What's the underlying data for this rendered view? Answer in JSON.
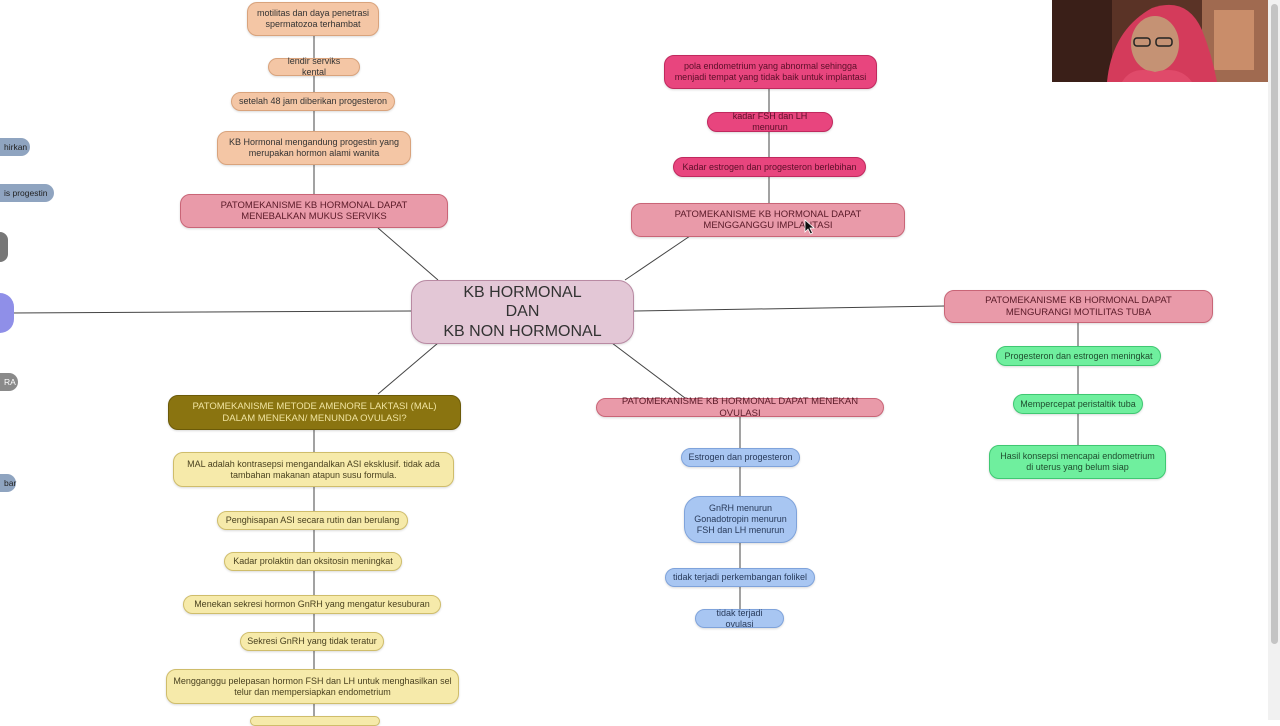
{
  "center": {
    "line1": "KB HORMONAL",
    "line2": "DAN",
    "line3": "KB NON HORMONAL"
  },
  "serviks": {
    "title": "PATOMEKANISME KB HORMONAL DAPAT MENEBALKAN MUKUS SERVIKS",
    "items": [
      "KB Hormonal mengandung progestin yang merupakan hormon alami wanita",
      "setelah 48 jam diberikan progesteron",
      "lendir serviks kental",
      "motilitas dan daya penetrasi spermatozoa terhambat"
    ]
  },
  "implantasi": {
    "title": "PATOMEKANISME KB HORMONAL DAPAT MENGGANGGU IMPLANTASI",
    "items": [
      "Kadar estrogen dan progesteron berlebihan",
      "kadar FSH dan LH menurun",
      "pola endometrium yang abnormal sehingga menjadi tempat yang tidak baik untuk implantasi"
    ]
  },
  "tuba": {
    "title": "PATOMEKANISME KB HORMONAL DAPAT MENGURANGI MOTILITAS TUBA",
    "items": [
      "Progesteron dan estrogen meningkat",
      "Mempercepat peristaltik tuba",
      "Hasil konsepsi mencapai endometrium di uterus yang belum siap"
    ]
  },
  "ovulasi": {
    "title": "PATOMEKANISME KB HORMONAL DAPAT MENEKAN OVULASI",
    "items": [
      "Estrogen dan progesteron",
      "GnRH menurun Gonadotropin menurun FSH dan LH menurun",
      "tidak terjadi perkembangan folikel",
      "tidak terjadi ovulasi"
    ]
  },
  "mal": {
    "title": "PATOMEKANISME METODE AMENORE LAKTASI (MAL) DALAM MENEKAN/ MENUNDA OVULASI?",
    "items": [
      "MAL adalah kontrasepsi mengandalkan ASI eksklusif. tidak ada tambahan makanan atapun susu formula.",
      "Penghisapan ASI secara rutin dan berulang",
      "Kadar prolaktin dan oksitosin meningkat",
      "Menekan sekresi hormon GnRH yang mengatur kesuburan",
      "Sekresi GnRH yang tidak teratur",
      "Mengganggu pelepasan hormon FSH dan LH untuk menghasilkan sel telur dan mempersiapkan endometrium"
    ]
  },
  "left_stubs": [
    "hirkan",
    "is progestin",
    "RA",
    "bar"
  ],
  "colors": {
    "peach": "#f4c6a5",
    "pink": "#e99aa9",
    "magenta": "#e8457e",
    "green": "#6fef9e",
    "blue": "#a8c6f2",
    "yellow": "#f6eaaa",
    "olive": "#8a7410",
    "center": "#e3c7d6"
  }
}
